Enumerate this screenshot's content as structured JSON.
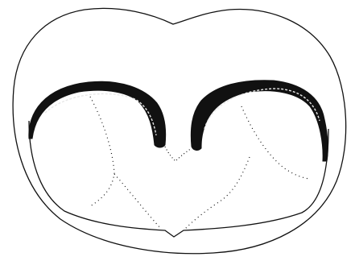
{
  "figure": {
    "kind": "line-drawing",
    "style": "black ink on white",
    "colors": {
      "background": "#ffffff",
      "ink": "#111111",
      "band_inner": "#e8e8e8"
    },
    "elements": [
      "outer-contour",
      "inner-contour",
      "left-dark-band",
      "right-dark-band",
      "dotted-lines"
    ]
  }
}
